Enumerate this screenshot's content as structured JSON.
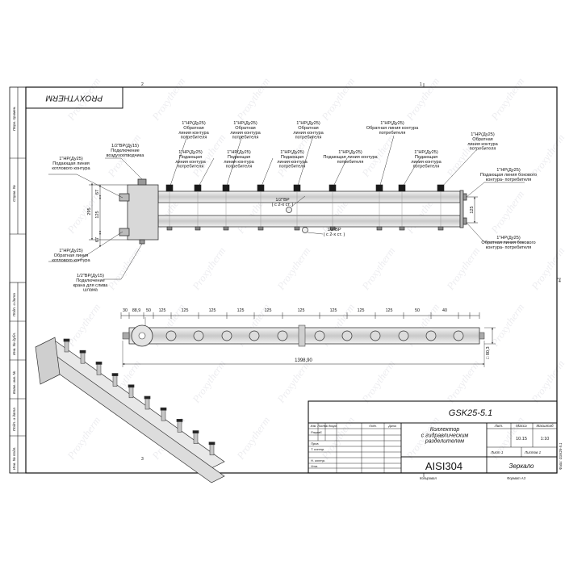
{
  "sheet": {
    "logo": "PROXYTHERM",
    "watermark": "Proxytherm",
    "zone_marks": [
      "2",
      "1",
      "4",
      "3"
    ]
  },
  "side_stamp": [
    "Перв. примен.",
    "Справ. №",
    "Подп. и дата",
    "Инв. № дубл.",
    "Взам. инв. №",
    "Подп. и дата",
    "Инв. № подл."
  ],
  "top_view": {
    "callouts": {
      "vent": "1/2\"ВР(Ду15)\nПодключение\nвоздухоотводчика",
      "supply_boiler": "1\"НР(Ду25)\nПодающая линия\nкотлового контура",
      "return_boiler": "1\"НР(Ду25)\nОбратная линия\nкотлового контура",
      "drain": "1/2\"ВР(Ду15)\nПодключение\nкрана для слива\nшлама",
      "return_consumer": "1\"НР(Ду25)\nОбратная\nлиния контура\nпотребителя",
      "supply_consumer": "1\"НР(Ду25)\nПодающая\nлиния контура\nпотребителя",
      "return_consumer_b": "1\"НР(Ду25)\nОбратная линия контура\nпотребителя",
      "supply_consumer_b": "1\"НР(Ду25)\nПодающая линия контура\nпотребителя",
      "sensor_1": "1/2\"ВР\n( с 2-х ст. )",
      "sensor_2": "1/2\"ВР\n( с 2-х ст. )",
      "supply_side": "1\"НР(Ду25)\nПодающая линия бокового\nконтура- потребителя",
      "return_side": "1\"НР(Ду25)\nОбратная линия бокового\nконтура- потребителя"
    },
    "dims": {
      "d67_top": "67",
      "d125_left": "125",
      "d67_bottom": "67",
      "d295": "295",
      "d125_right": "125"
    }
  },
  "front_view": {
    "pitch": [
      "30",
      "88,9",
      "50",
      "125",
      "125",
      "125",
      "125",
      "125",
      "125",
      "125",
      "125",
      "125",
      "50",
      "40"
    ],
    "length": "1398,90",
    "tube": "□ 80,3"
  },
  "title_block": {
    "code": "GSK25-5.1",
    "title": "Коллектор\nс гидравлическим\nразделителем",
    "material": "AISI304",
    "variant": "Зеркало",
    "head": {
      "izm": "Изм",
      "list": "Лист",
      "doc": "№ докум.",
      "sign": "Подп.",
      "date": "Дата"
    },
    "roles": [
      "Разраб.",
      "Пров.",
      "Т. контр.",
      "",
      "Н. контр.",
      "Утв."
    ],
    "cols": {
      "lit": "Лит.",
      "mass": "Масса",
      "scale": "Масштаб"
    },
    "mass": "10.15",
    "scale": "1:10",
    "sheet": "Лист 1",
    "sheets": "Листов 1",
    "copied": "Копировал",
    "format": "Формат А3",
    "file": "Файл: GSK25-5.1"
  }
}
